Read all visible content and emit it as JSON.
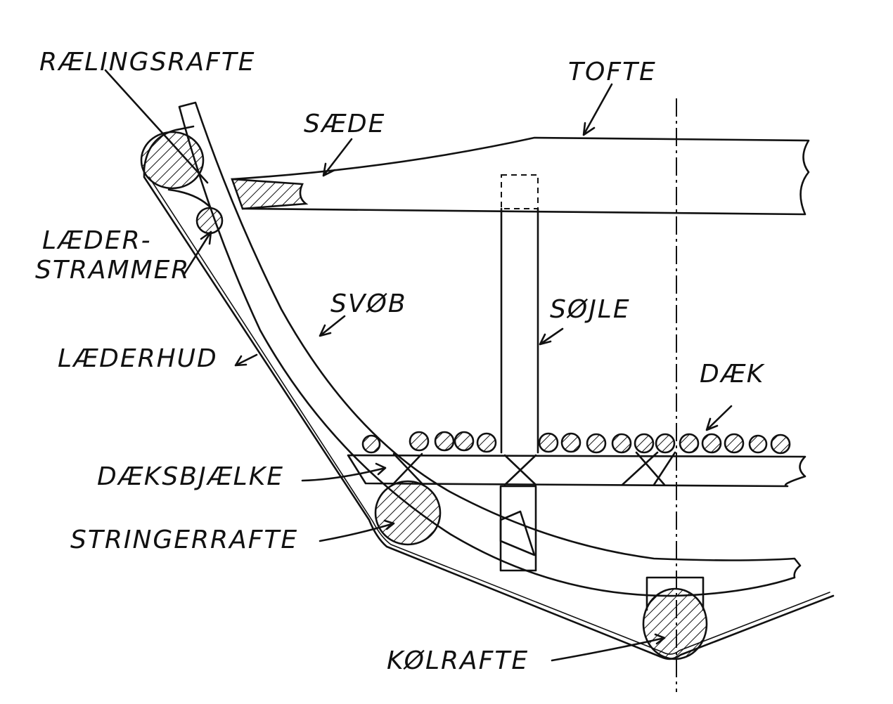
{
  "labels": {
    "raelingsrafte": "RÆLINGSRAFTE",
    "tofte": "TOFTE",
    "saede": "SÆDE",
    "laeder_strammer_1": "LÆDER-",
    "laeder_strammer_2": "STRAMMER",
    "svob": "SVØB",
    "sojle": "SØJLE",
    "laederhud": "LÆDERHUD",
    "daek": "DÆK",
    "daeksbjaelke": "DÆKSBJÆLKE",
    "stringerrafte": "STRINGERRAFTE",
    "kolrafte": "KØLRAFTE"
  },
  "colors": {
    "ink": "#111111",
    "paper": "#ffffff"
  }
}
